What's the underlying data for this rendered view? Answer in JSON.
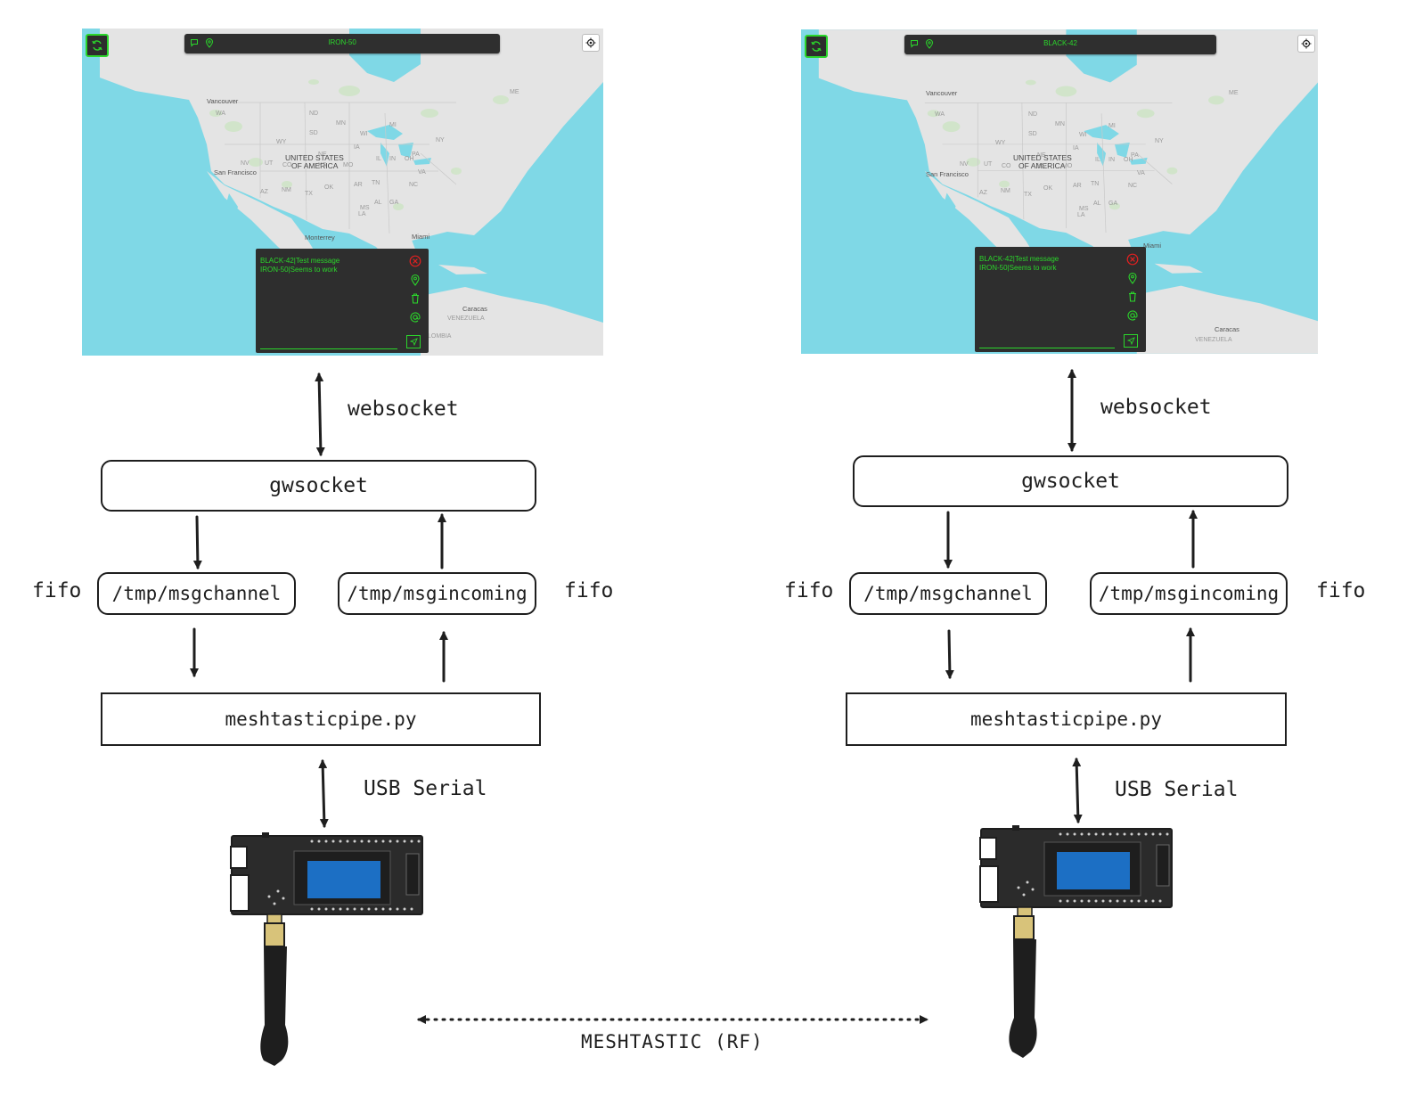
{
  "panels": [
    {
      "node_name": "IRON-50",
      "messages": [
        "BLACK-42|Test message",
        "IRON-50|Seems to work"
      ],
      "map_labels": {
        "country": "UNITED STATES",
        "country2": "OF AMERICA",
        "city_miami": "Miami",
        "city_vancouver": "Vancouver",
        "city_sf": "San Francisco",
        "city_monterrey": "Monterrey",
        "city_caracas": "Caracas",
        "venezuela": "VENEZUELA",
        "colombia": "LOMBIA",
        "states": [
          "WA",
          "ND",
          "MN",
          "SD",
          "WI",
          "MI",
          "WY",
          "IA",
          "IL",
          "IN",
          "OH",
          "PA",
          "NY",
          "NE",
          "UT",
          "CO",
          "KS",
          "MO",
          "NV",
          "TX",
          "OK",
          "AR",
          "TN",
          "NC",
          "VA",
          "GA",
          "AL",
          "MS",
          "LA",
          "NM",
          "AZ",
          "ME"
        ]
      }
    },
    {
      "node_name": "BLACK-42",
      "messages": [
        "BLACK-42|Test message",
        "IRON-50|Seems to work"
      ],
      "map_labels": {
        "country": "UNITED STATES",
        "country2": "OF AMERICA",
        "city_miami": "Miami",
        "city_vancouver": "Vancouver",
        "city_sf": "San Francisco",
        "city_caracas": "Caracas",
        "venezuela": "VENEZUELA",
        "states": [
          "WA",
          "ND",
          "MN",
          "SD",
          "WI",
          "MI",
          "WY",
          "IA",
          "IL",
          "IN",
          "OH",
          "PA",
          "NY",
          "NE",
          "UT",
          "CO",
          "KS",
          "MO",
          "NV",
          "TX",
          "OK",
          "AR",
          "TN",
          "NC",
          "VA",
          "GA",
          "AL",
          "MS",
          "LA",
          "NM",
          "AZ",
          "ME"
        ]
      }
    }
  ],
  "diagram": {
    "websocket_label": "websocket",
    "gwsocket_label": "gwsocket",
    "fifo_label": "fifo",
    "msgchannel_label": "/tmp/msgchannel",
    "msgincoming_label": "/tmp/msgincoming",
    "pipe_label": "meshtasticpipe.py",
    "usb_label": "USB Serial",
    "rf_label": "MESHTASTIC (RF)"
  },
  "colors": {
    "ui_green": "#2bd62b",
    "ui_dark": "#2e2e2e",
    "ui_close_red": "#e02020",
    "ocean": "#7fd8e6",
    "land": "#e4e4e4",
    "ink": "#1e1e1e",
    "screen_blue": "#1c6fc4",
    "board": "#2b2b2b",
    "sma_gold": "#d8c37a"
  },
  "icons": [
    "refresh-icon",
    "chat-bubble-icon",
    "pin-icon",
    "locate-icon",
    "close-circle-icon",
    "trash-icon",
    "at-icon",
    "send-icon"
  ]
}
